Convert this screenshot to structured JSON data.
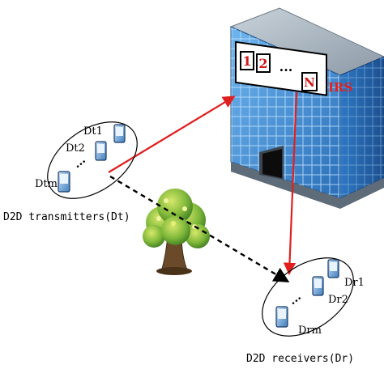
{
  "irs": {
    "label": "IRS",
    "elements": [
      "1",
      "2",
      "···",
      "N"
    ]
  },
  "transmitters": {
    "group_label": "D2D transmitters(Dt)",
    "devices": [
      "Dt1",
      "Dt2",
      "Dtm"
    ],
    "dots": "···"
  },
  "receivers": {
    "group_label": "D2D receivers(Dr)",
    "devices": [
      "Dr1",
      "Dr2",
      "Drm"
    ],
    "dots": "···"
  },
  "colors": {
    "reflected_link": "#e02020",
    "direct_link": "#000000",
    "irs_label": "#e02020",
    "irs_element_text": "#d01818",
    "building_glass": "#3a8fd8",
    "building_roof": "#9aa8b4"
  }
}
